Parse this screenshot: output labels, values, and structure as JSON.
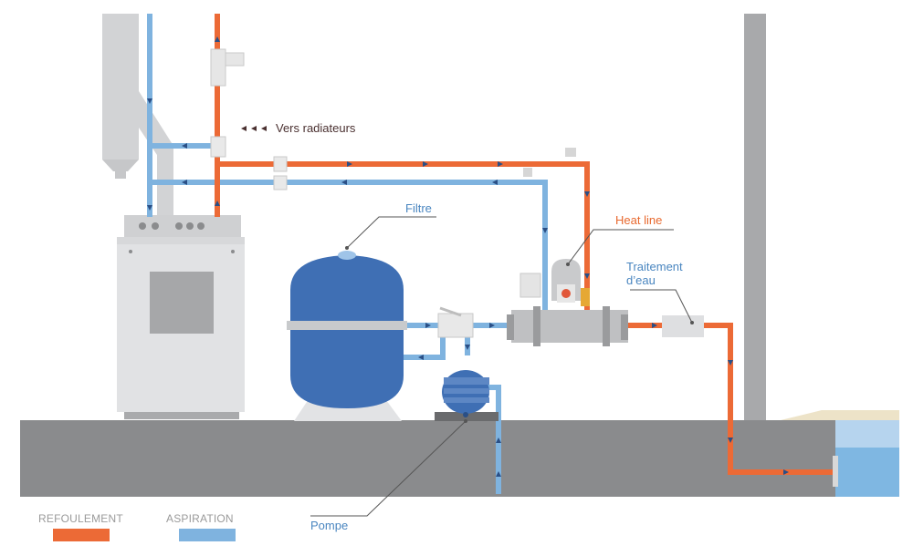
{
  "labels": {
    "radiators": "Vers radiateurs",
    "filter": "Filtre",
    "heat_line": "Heat line",
    "water_treatment_line1": "Traitement",
    "water_treatment_line2": "d’eau",
    "pump": "Pompe"
  },
  "legend": {
    "discharge": "REFOULEMENT",
    "suction": "ASPIRATION"
  },
  "colors": {
    "discharge": "#ec6a36",
    "suction": "#7fb3df",
    "filter_tank": "#3f6fb4",
    "concrete": "#8a8b8d",
    "water": "#7fb7e2"
  }
}
